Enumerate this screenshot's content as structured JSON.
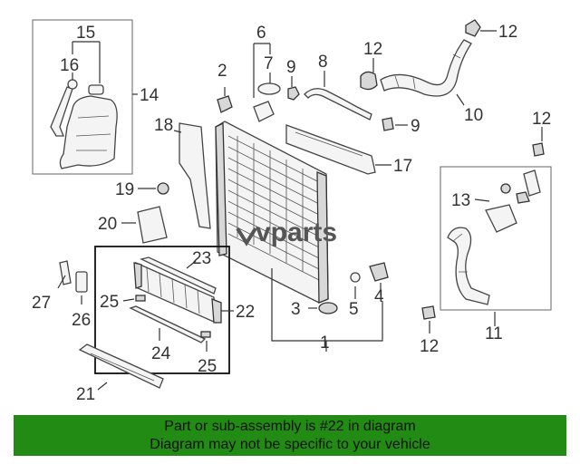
{
  "diagram": {
    "callouts": {
      "c1": "1",
      "c2": "2",
      "c3": "3",
      "c4": "4",
      "c5": "5",
      "c6": "6",
      "c7": "7",
      "c8": "8",
      "c9a": "9",
      "c9b": "9",
      "c10": "10",
      "c11": "11",
      "c12a": "12",
      "c12b": "12",
      "c12c": "12",
      "c12d": "12",
      "c13": "13",
      "c14": "14",
      "c15": "15",
      "c16": "16",
      "c17": "17",
      "c18": "18",
      "c19": "19",
      "c20": "20",
      "c21": "21",
      "c22": "22",
      "c23": "23",
      "c24": "24",
      "c25a": "25",
      "c25b": "25",
      "c26": "26",
      "c27": "27"
    },
    "watermark": "vparts"
  },
  "banner": {
    "line1": "Part or sub-assembly is #22 in diagram",
    "line2": "Diagram may not be specific to your vehicle",
    "color": "#228b13"
  }
}
